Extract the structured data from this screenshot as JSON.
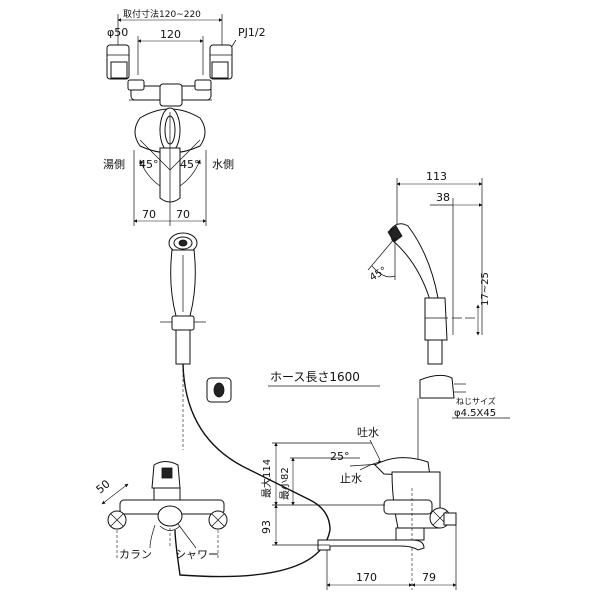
{
  "top_view": {
    "mounting_range": "取付寸法120~220",
    "center_distance": "120",
    "diameter": "φ50",
    "thread": "PJ1/2",
    "angle_left": "45°",
    "angle_right": "45°",
    "hot_side": "湯側",
    "cold_side": "水側",
    "handle_left": "70",
    "handle_right": "70"
  },
  "labels": {
    "hose_length": "ホース長さ1600"
  },
  "front_view": {
    "leg_offset": "50",
    "spout": "カラン",
    "shower": "シャワー"
  },
  "side_view": {
    "reach": "113",
    "depth": "38",
    "head_angle": "45°",
    "holder_range": "17~25",
    "screw_title": "ねじサイズ",
    "screw_value": "φ4.5X45",
    "water_on": "吐水",
    "lever_angle": "25°",
    "water_off": "止水",
    "max_height": "最大114",
    "min_height": "最小82",
    "spout_height": "93",
    "spout_reach": "170",
    "body_depth": "79"
  }
}
